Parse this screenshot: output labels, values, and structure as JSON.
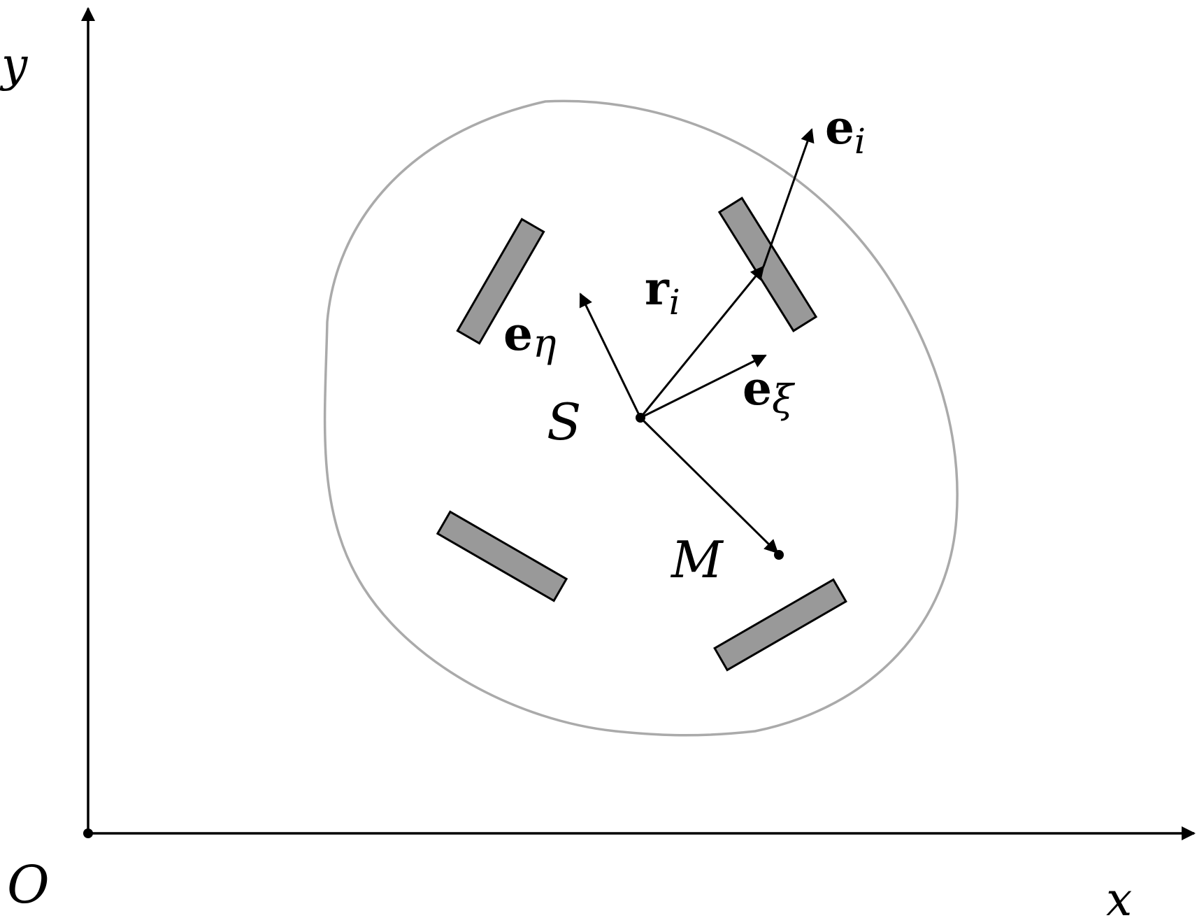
{
  "labels": {
    "y_axis": "y",
    "x_axis": "x",
    "origin": "O",
    "point_s": "S",
    "point_m": "M",
    "e_i_base": "e",
    "e_i_sub": "i",
    "r_i_base": "r",
    "r_i_sub": "i",
    "e_eta_base": "e",
    "e_eta_sub": "η",
    "e_xi_base": "e",
    "e_xi_sub": "ξ"
  },
  "colors": {
    "ink": "#000000",
    "outline": "#aaaaaa",
    "plate_fill": "#999999"
  }
}
